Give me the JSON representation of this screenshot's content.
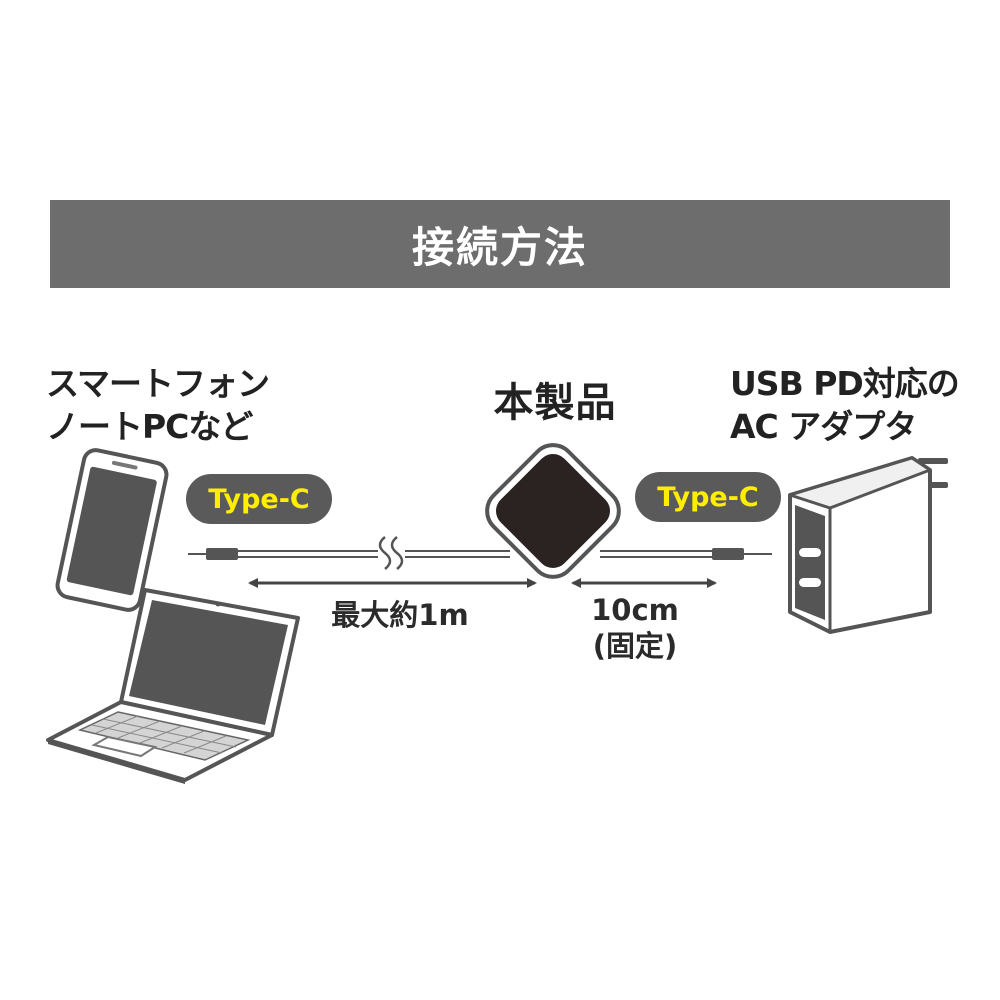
{
  "banner": {
    "title": "接続方法"
  },
  "left_device": {
    "line1": "スマートフォン",
    "line2": "ノートPCなど"
  },
  "product": {
    "label": "本製品"
  },
  "right_device": {
    "line1": "USB PD対応の",
    "line2": "AC アダプタ"
  },
  "connectors": {
    "left_type": "Type-C",
    "right_type": "Type-C"
  },
  "measurements": {
    "max_length": "最大約1m",
    "fixed_length": "10cm",
    "fixed_note": "(固定)"
  },
  "colors": {
    "banner": "#6d6d6d",
    "pill": "#5a5a5a",
    "pill_text": "#ffee00",
    "product_body": "#2a2322",
    "outline": "#555555"
  }
}
